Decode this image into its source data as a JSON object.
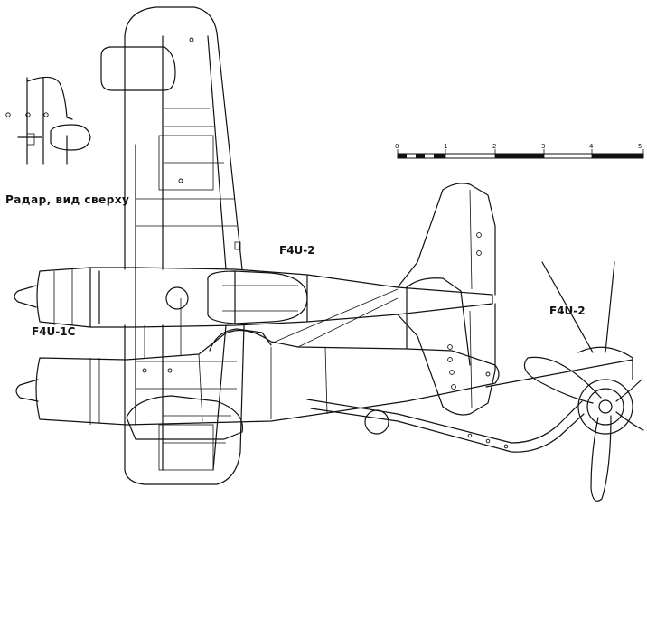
{
  "labels": {
    "radar_caption": "Радар, вид сверху",
    "top_view": "F4U-2",
    "front_view": "F4U-2",
    "side_view": "F4U-1C"
  },
  "scale_bar": {
    "ticks": [
      "0",
      "1",
      "2",
      "3",
      "4",
      "5"
    ]
  }
}
